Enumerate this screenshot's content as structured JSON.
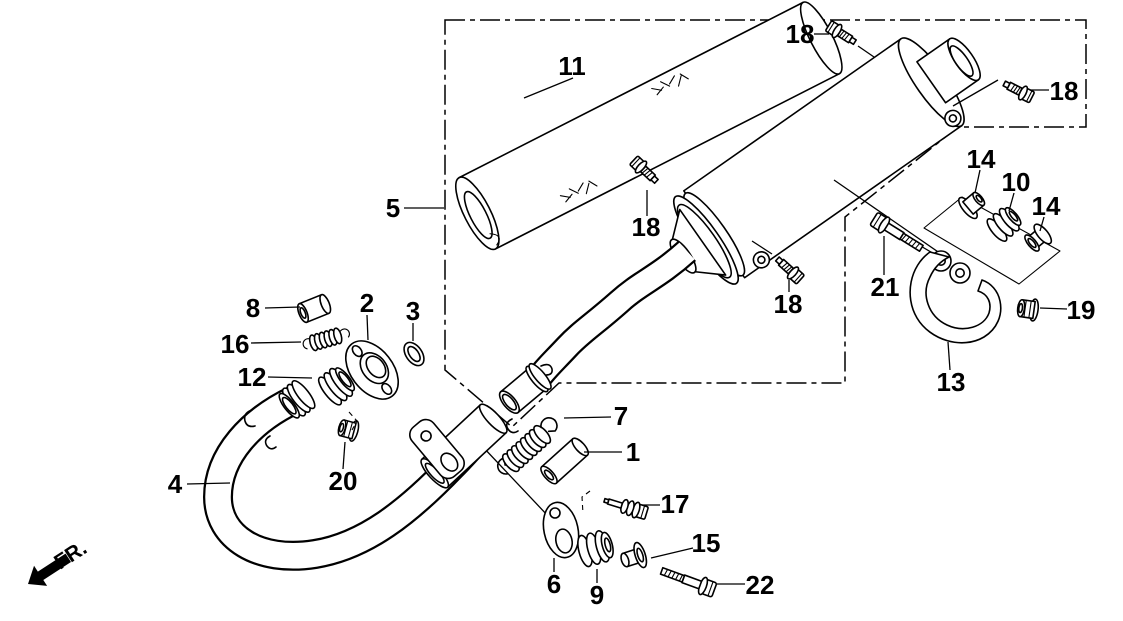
{
  "diagram": {
    "description": "Exploded parts diagram of a motorcycle exhaust muffler assembly",
    "front_marker": "FR.",
    "callouts": {
      "c1": "1",
      "c2": "2",
      "c3": "3",
      "c4": "4",
      "c5": "5",
      "c6": "6",
      "c7": "7",
      "c8": "8",
      "c9": "9",
      "c10": "10",
      "c11": "11",
      "c12": "12",
      "c13": "13",
      "c14a": "14",
      "c14b": "14",
      "c15": "15",
      "c16": "16",
      "c17": "17",
      "c18a": "18",
      "c18b": "18",
      "c18c": "18",
      "c18d": "18",
      "c19": "19",
      "c20": "20",
      "c21": "21",
      "c22": "22"
    }
  }
}
